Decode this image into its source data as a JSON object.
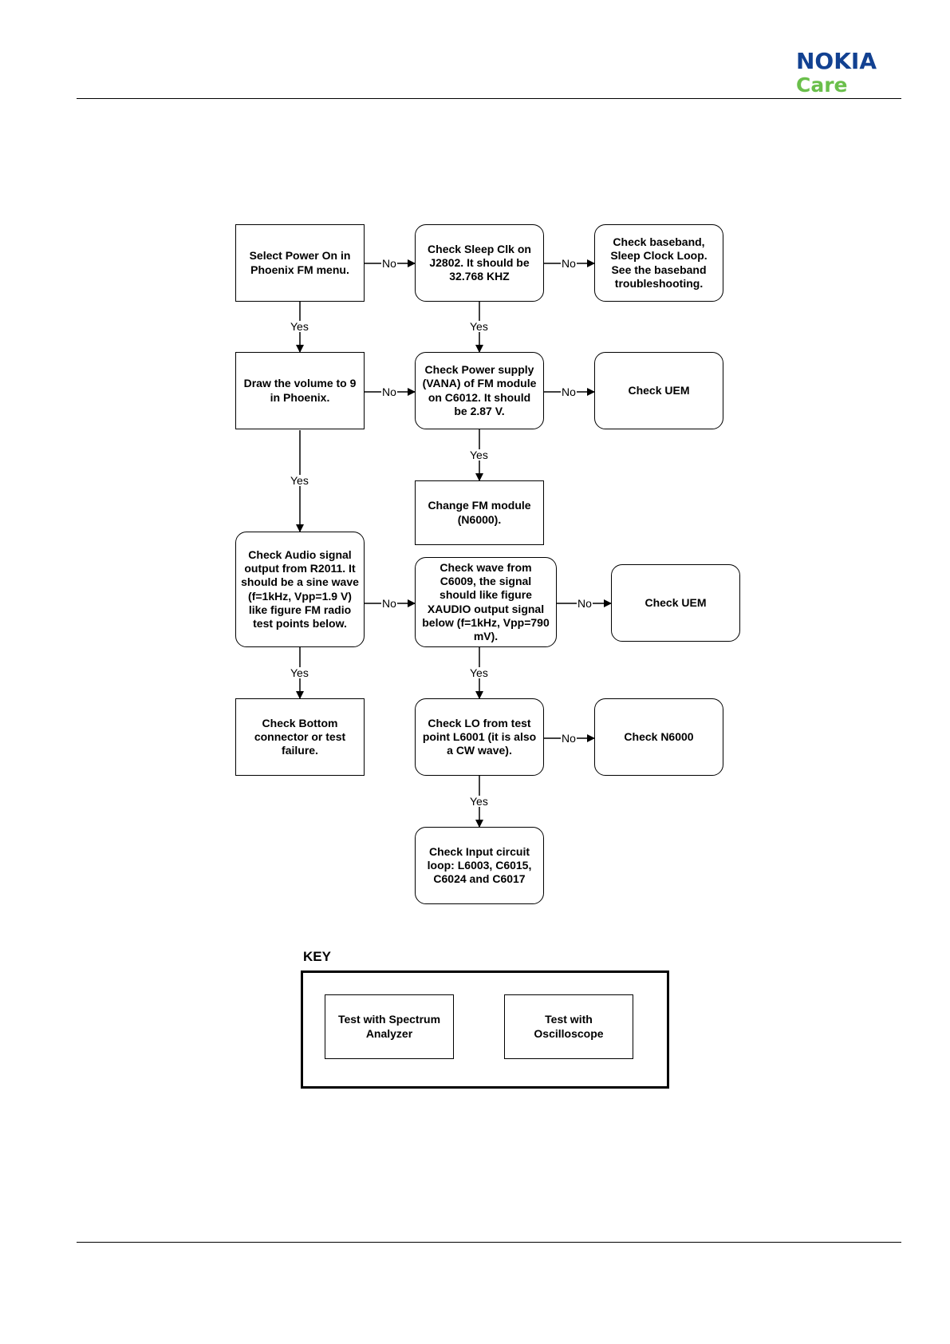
{
  "header": {
    "logo_top": "NOKIA",
    "logo_bottom": "Care"
  },
  "flowchart": {
    "boxes": {
      "select_power": "Select Power On in Phoenix FM menu.",
      "check_sleep_clk": "Check Sleep Clk on J2802. It should be 32.768 KHZ",
      "check_baseband": "Check baseband, Sleep Clock Loop. See the baseband troubleshooting.",
      "draw_volume": "Draw the volume to 9 in Phoenix.",
      "check_power_supply": "Check Power supply (VANA) of  FM module on C6012. It should be 2.87 V.",
      "check_uem_1": "Check UEM",
      "change_fm": "Change FM module (N6000).",
      "check_audio": "Check Audio signal output from R2011. It should be a sine wave (f=1kHz, Vpp=1.9 V) like figure FM radio test points below.",
      "check_wave": "Check  wave from C6009, the signal should like figure XAUDIO output signal below (f=1kHz, Vpp=790 mV).",
      "check_uem_2": "Check UEM",
      "check_bottom": "Check  Bottom connector or test failure.",
      "check_lo": "Check LO from test point L6001 (it is also a CW wave).",
      "check_n6000": "Check N6000",
      "check_input": "Check Input circuit loop: L6003, C6015, C6024 and C6017"
    },
    "yes_label": "Yes",
    "no_label": "No"
  },
  "key": {
    "title": "KEY",
    "spectrum": "Test with Spectrum Analyzer",
    "oscilloscope": "Test with Oscilloscope"
  }
}
